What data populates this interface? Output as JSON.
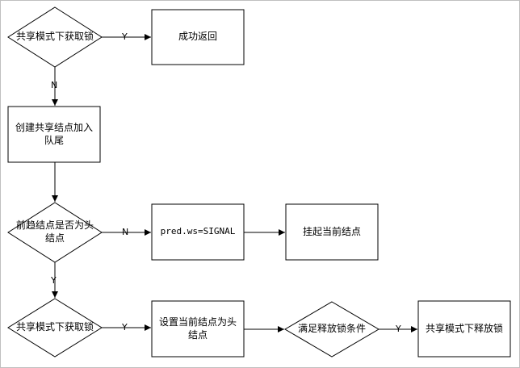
{
  "nodes": {
    "decision_acquire_shared": "共享模式下获取锁",
    "return_success": "成功返回",
    "create_shared_node": "创建共享结点加入队尾",
    "decision_pred_is_head": "前趋结点是否为头结点",
    "set_pred_signal": "pred.ws=SIGNAL",
    "park_current": "挂起当前结点",
    "decision_acquire_shared_retry": "共享模式下获取锁",
    "set_head": "设置当前结点为头结点",
    "decision_release_condition": "满足释放锁条件",
    "release_shared": "共享模式下释放锁"
  },
  "edge_labels": {
    "acquire_yes": "Y",
    "acquire_no": "N",
    "head_no": "N",
    "head_yes": "Y",
    "retry_yes": "Y",
    "release_yes": "Y"
  },
  "colors": {
    "stroke": "#000000",
    "frame": "#bfbfbf",
    "background": "#ffffff"
  }
}
